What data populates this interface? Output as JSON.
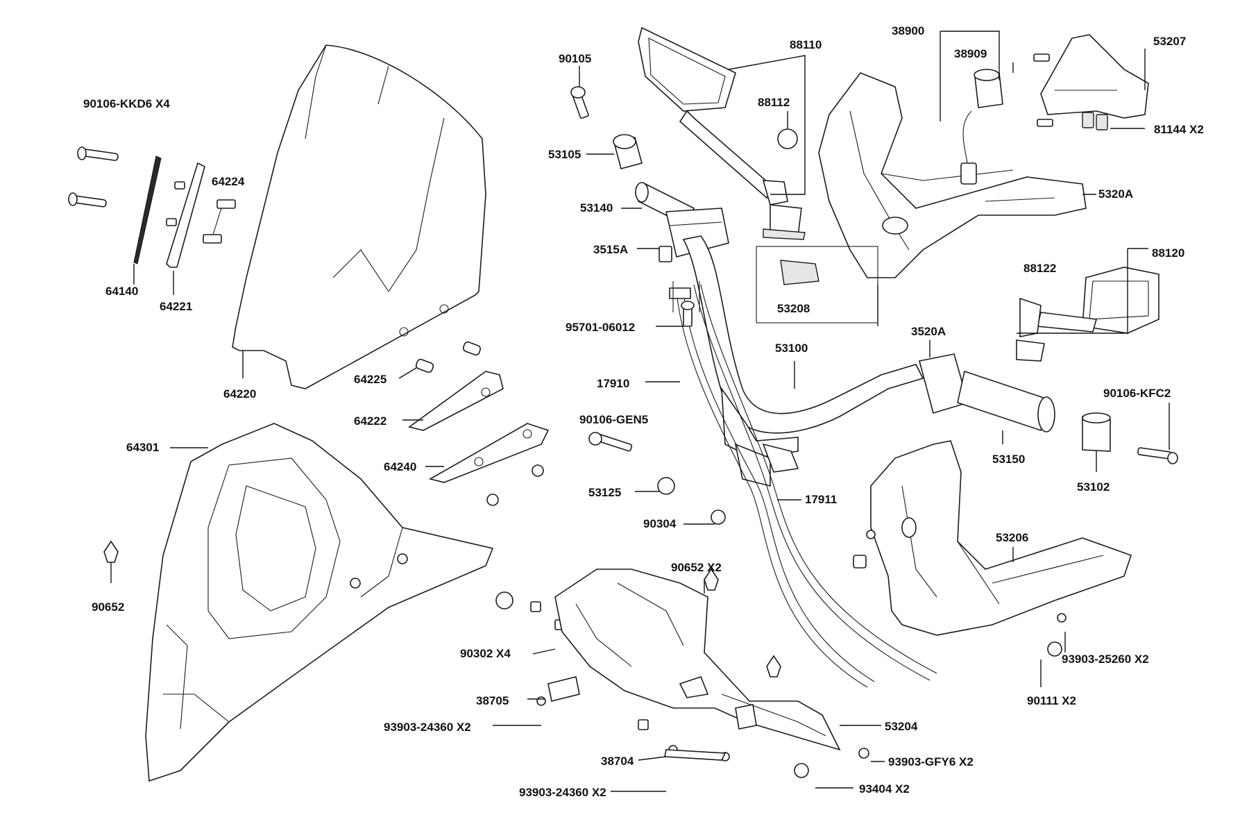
{
  "labels": {
    "p90105": "90105",
    "p88110": "88110",
    "p38900": "38900",
    "p38909": "38909",
    "p53207": "53207",
    "p90106_kkd6": "90106-KKD6 X4",
    "p88112": "88112",
    "p81144": "81144 X2",
    "p53105": "53105",
    "p64224": "64224",
    "p53140": "53140",
    "p5320a": "5320A",
    "p3515a": "3515A",
    "p88120": "88120",
    "p88122": "88122",
    "p64140": "64140",
    "p64221": "64221",
    "p53208": "53208",
    "p95701": "95701-06012",
    "p3520a": "3520A",
    "p53100": "53100",
    "p64220": "64220",
    "p64225": "64225",
    "p17910": "17910",
    "p90106_kfc2": "90106-KFC2",
    "p64222": "64222",
    "p90106_gen5": "90106-GEN5",
    "p64301": "64301",
    "p53150": "53150",
    "p64240": "64240",
    "p53102": "53102",
    "p53125": "53125",
    "p17911": "17911",
    "p90304": "90304",
    "p53206": "53206",
    "p90652": "90652",
    "p90652x2": "90652  X2",
    "p90302": "90302  X4",
    "p93903_25260": "93903-25260 X2",
    "p38705": "38705",
    "p90111": "90111  X2",
    "p93903_24360a": "93903-24360 X2",
    "p53204": "53204",
    "p38704": "38704",
    "p93903_gfy6": "93903-GFY6 X2",
    "p93903_24360b": "93903-24360 X2",
    "p93404": "93404  X2"
  }
}
